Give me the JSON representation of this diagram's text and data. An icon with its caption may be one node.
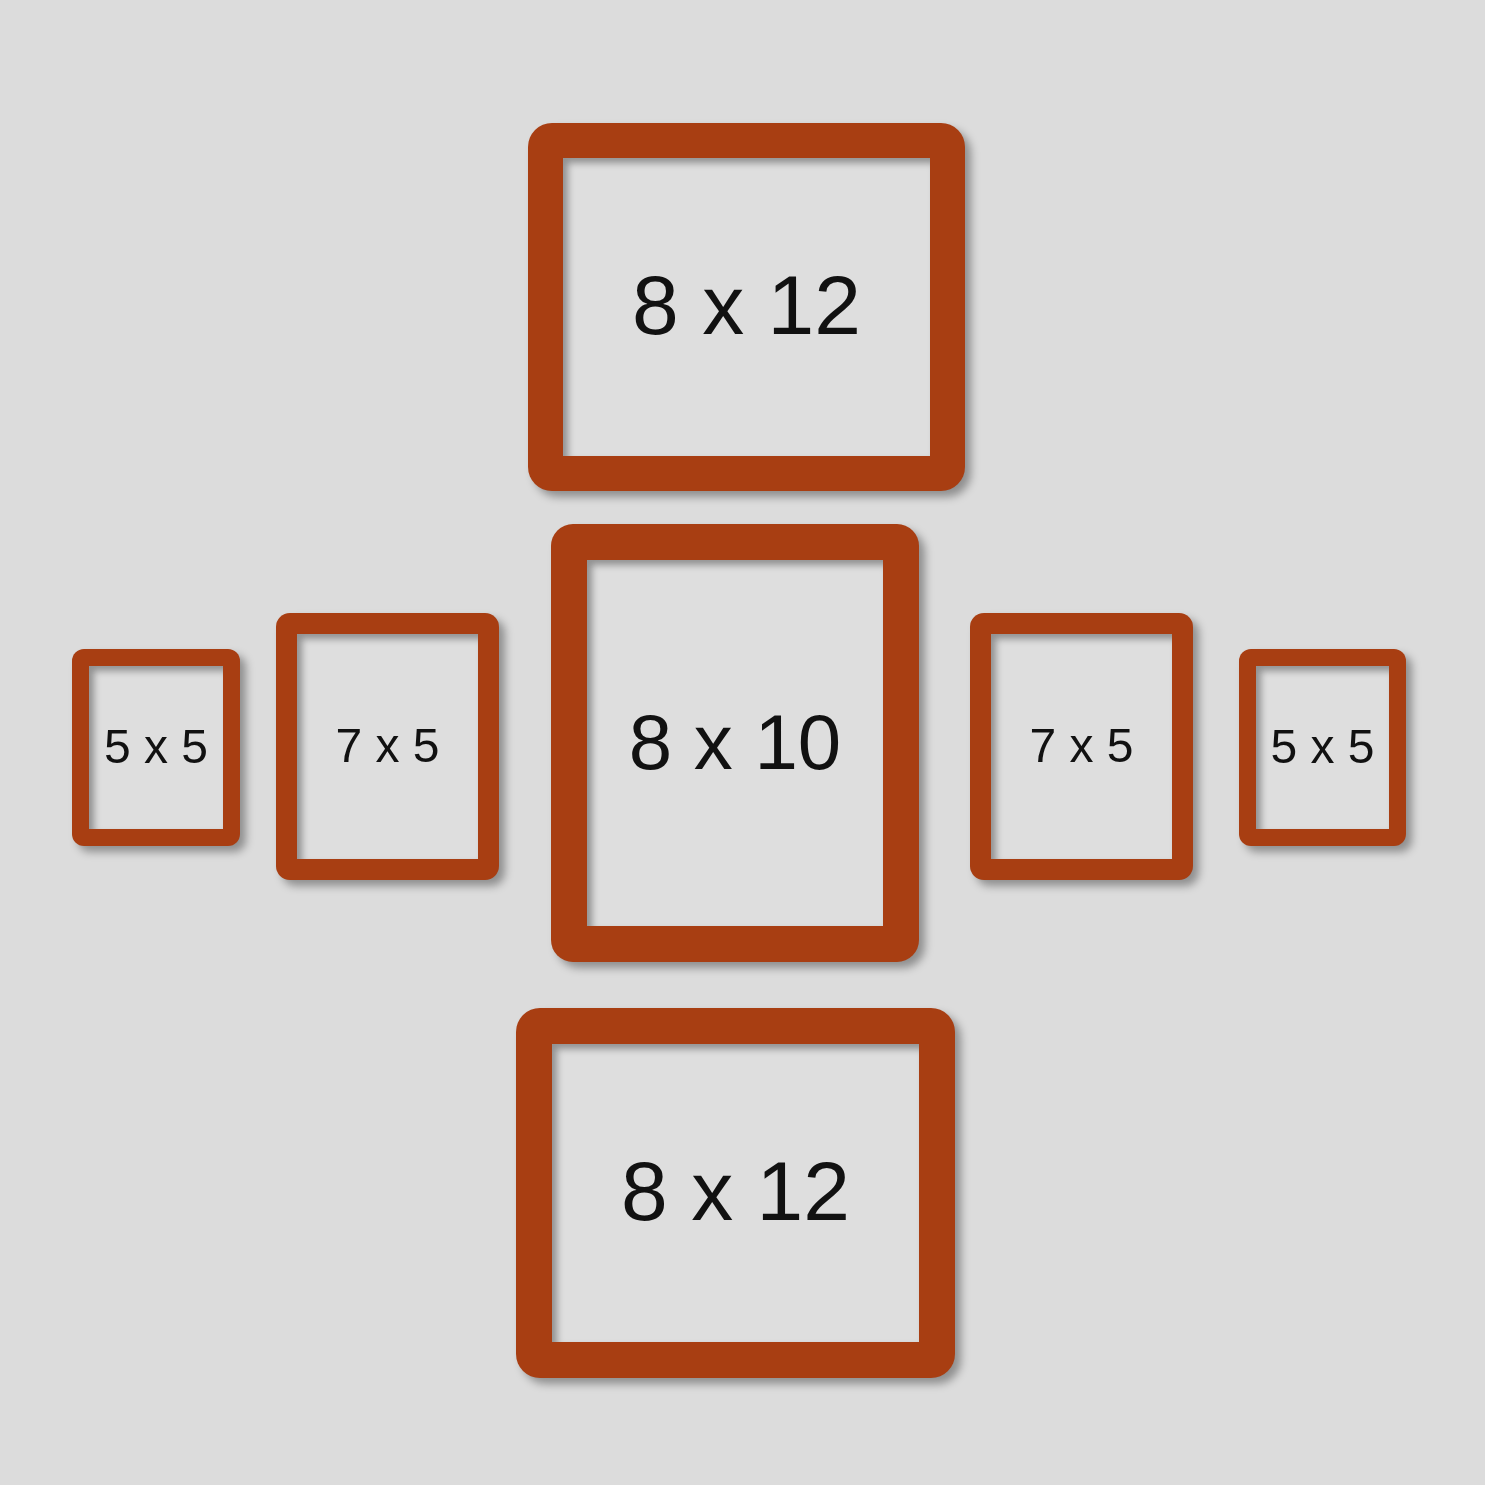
{
  "diagram": {
    "nodes": [
      {
        "text": [
          "8 x 12"
        ]
      },
      {
        "text": [
          "5 x 5"
        ]
      },
      {
        "text": [
          "7 x 5"
        ]
      },
      {
        "text": [
          "8 x 10"
        ]
      },
      {
        "text": [
          "7 x 5"
        ]
      },
      {
        "text": [
          "5 x 5"
        ]
      },
      {
        "text": [
          "8 x 12"
        ]
      }
    ]
  }
}
